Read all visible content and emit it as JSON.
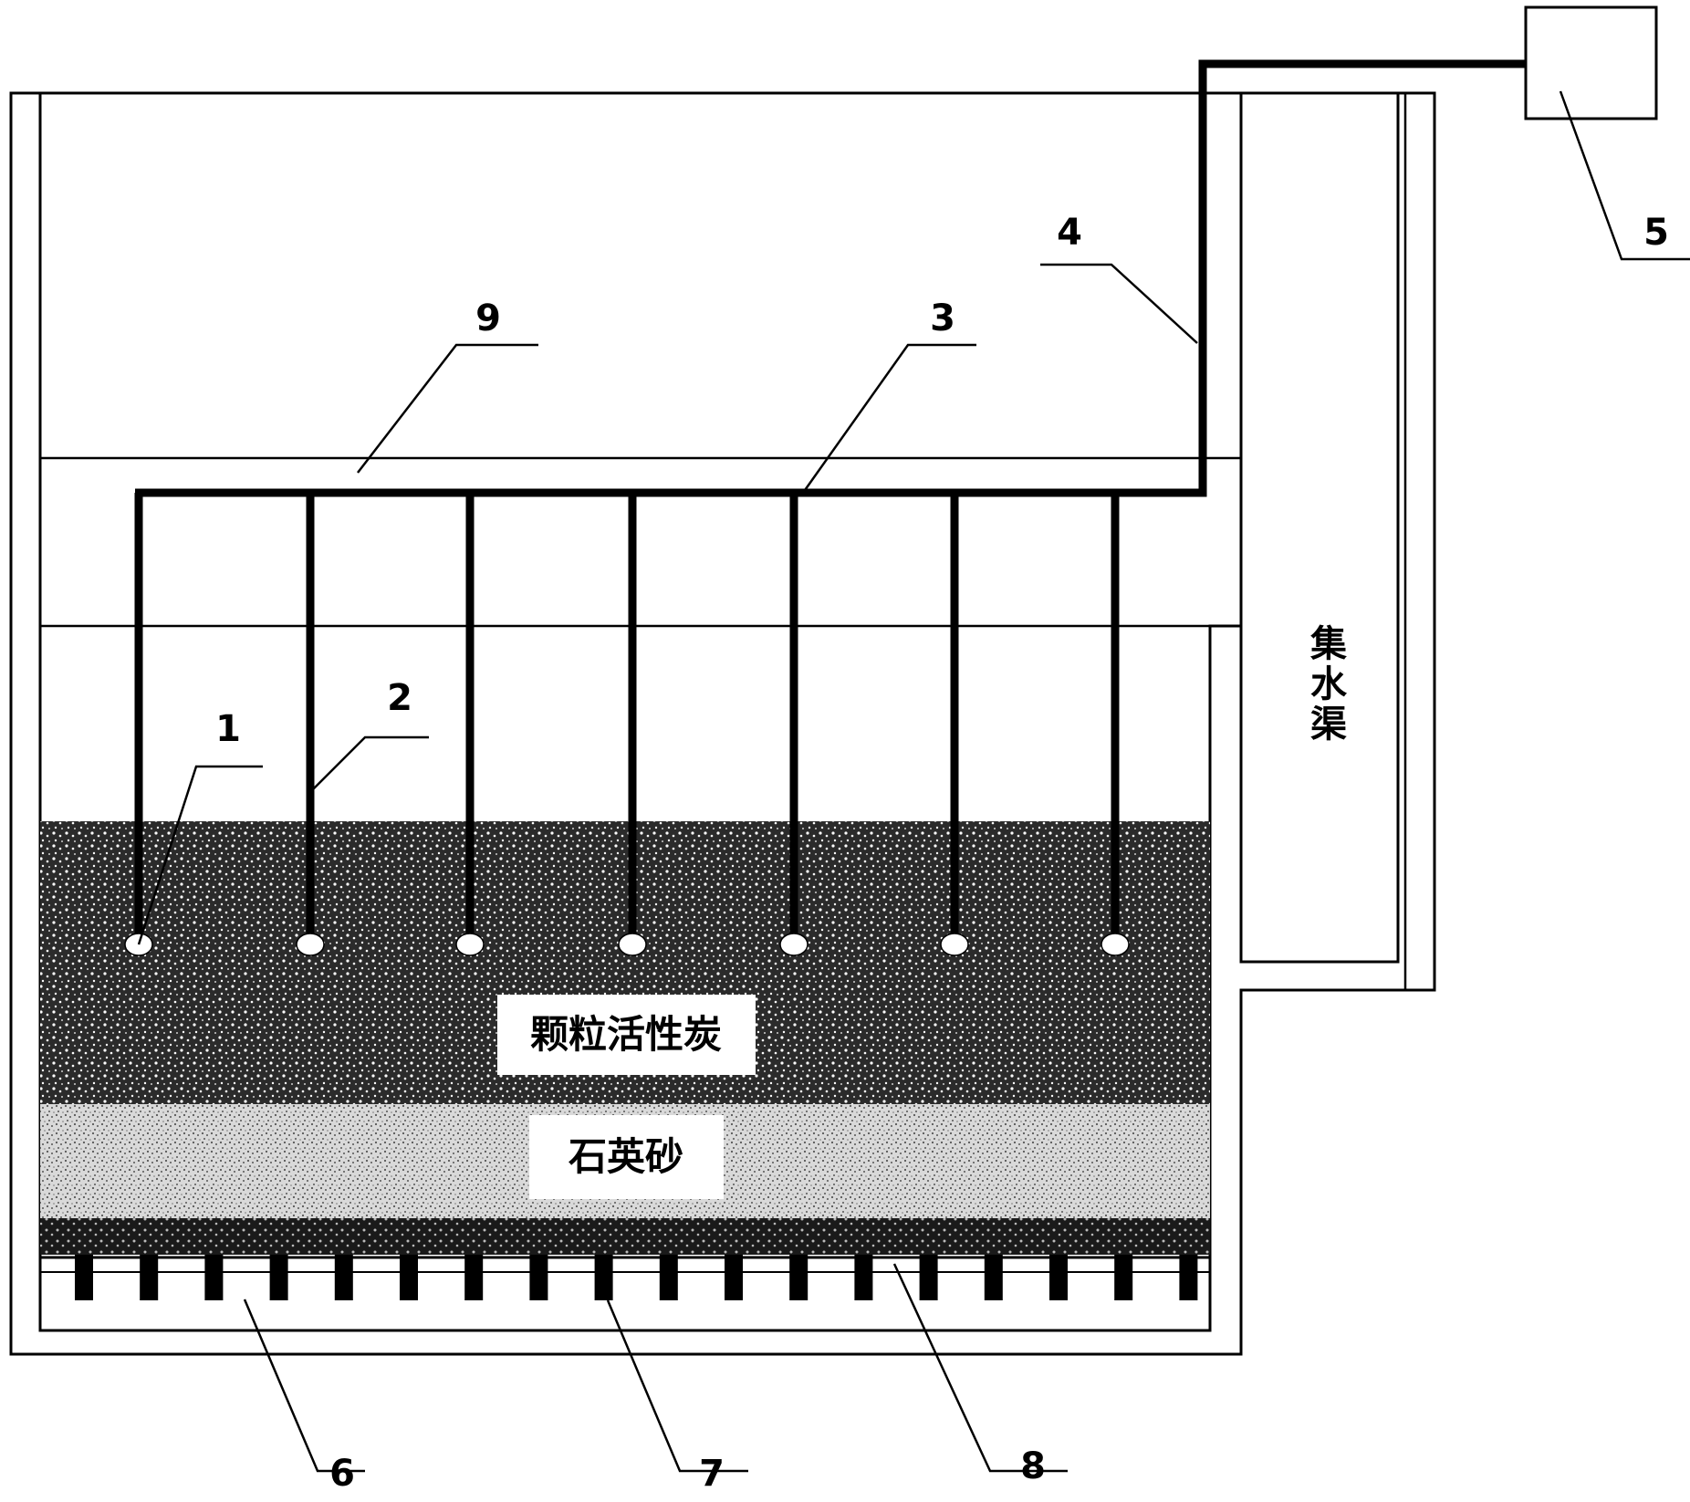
{
  "labels": {
    "layer_carbon": "颗粒活性炭",
    "layer_sand": "石英砂",
    "channel": "集水渠"
  },
  "callouts": [
    "1",
    "2",
    "3",
    "4",
    "5",
    "6",
    "7",
    "8",
    "9"
  ]
}
